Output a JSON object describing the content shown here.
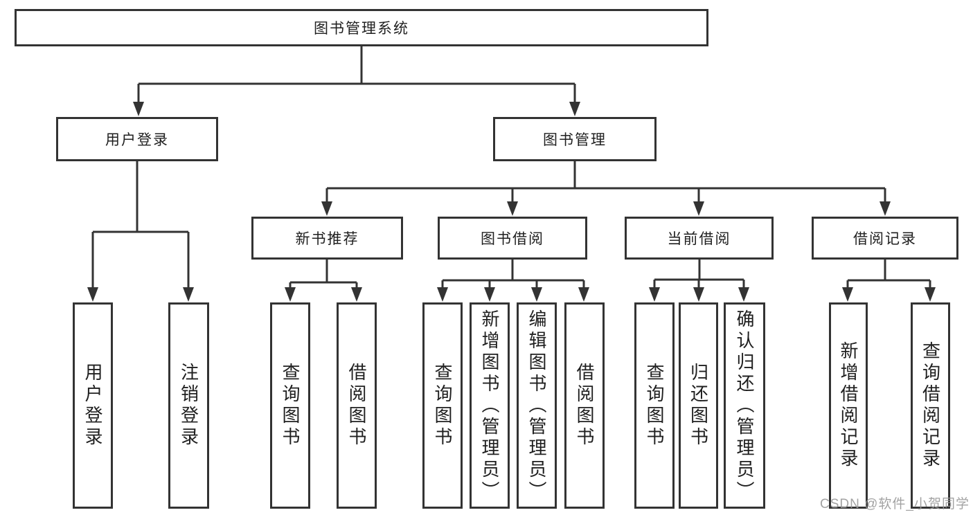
{
  "diagram_type": "hierarchy-tree",
  "colors": {
    "line": "#333333",
    "node_border": "#333333",
    "node_background": "#ffffff",
    "text": "#1f1f1f",
    "watermark_text": "#989898",
    "background": "#ffffff"
  },
  "tree": {
    "label": "图书管理系统",
    "children": [
      {
        "label": "用户登录",
        "children": [
          {
            "label": "用户登录"
          },
          {
            "label": "注销登录"
          }
        ]
      },
      {
        "label": "图书管理",
        "children": [
          {
            "label": "新书推荐",
            "children": [
              {
                "label": "查询图书"
              },
              {
                "label": "借阅图书"
              }
            ]
          },
          {
            "label": "图书借阅",
            "children": [
              {
                "label": "查询图书"
              },
              {
                "label": "新增图书（管理员）"
              },
              {
                "label": "编辑图书（管理员）"
              },
              {
                "label": "借阅图书"
              }
            ]
          },
          {
            "label": "当前借阅",
            "children": [
              {
                "label": "查询图书"
              },
              {
                "label": "归还图书"
              },
              {
                "label": "确认归还（管理员）"
              }
            ]
          },
          {
            "label": "借阅记录",
            "children": [
              {
                "label": "新增借阅记录"
              },
              {
                "label": "查询借阅记录"
              }
            ]
          }
        ]
      }
    ]
  },
  "watermark": {
    "text": "CSDN @软件_小贺同学"
  }
}
